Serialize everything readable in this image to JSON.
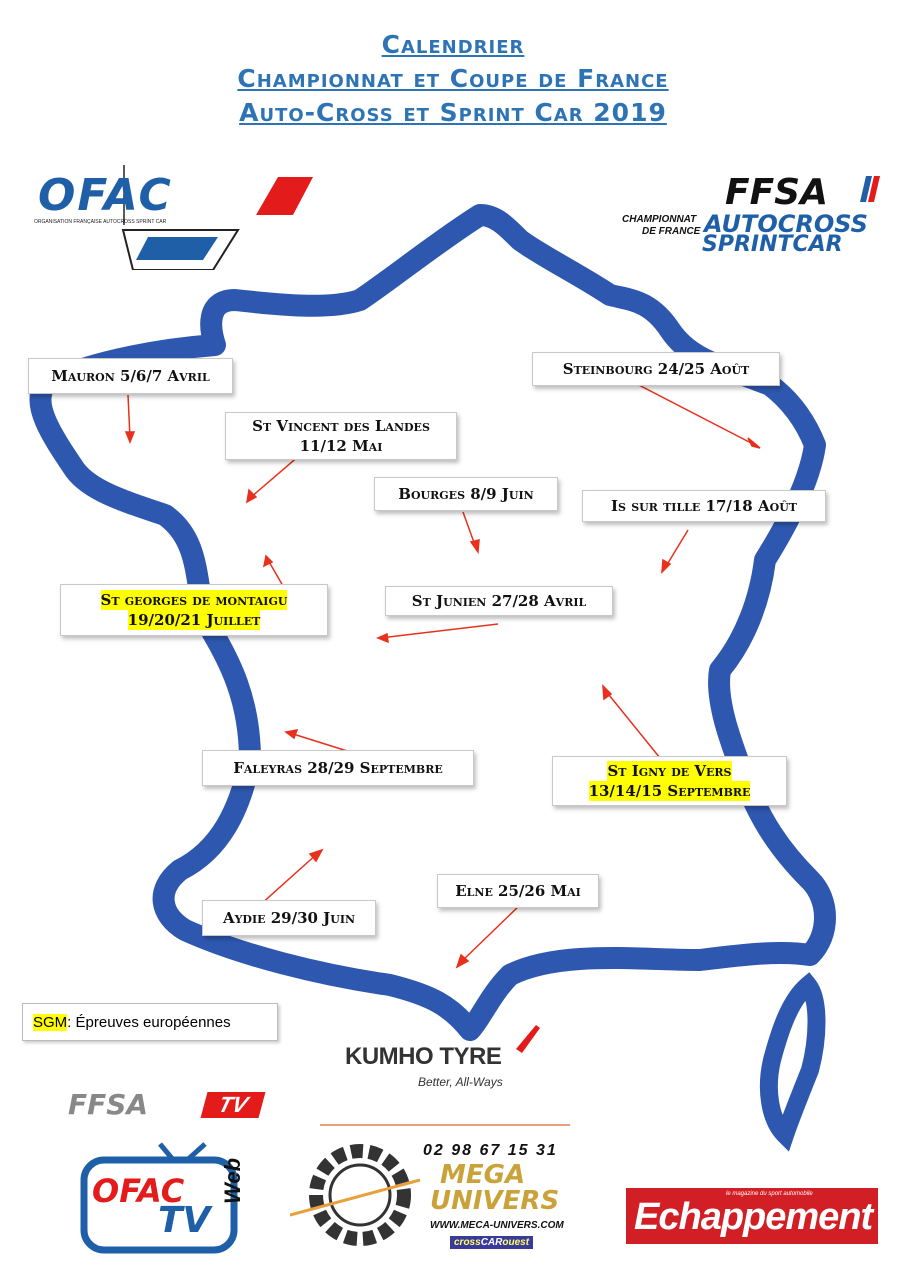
{
  "title": {
    "line1": "Calendrier",
    "line2": "Championnat et Coupe de France",
    "line3": "Auto-Cross et Sprint Car 2019"
  },
  "events": {
    "mauron": {
      "label": "Mauron 5/6/7 Avril"
    },
    "st_vincent": {
      "line1": "St Vincent des Landes",
      "line2": "11/12 Mai"
    },
    "bourges": {
      "label": "Bourges 8/9 Juin"
    },
    "steinbourg": {
      "label": "Steinbourg 24/25 Août"
    },
    "is_sur_tille": {
      "label": "Is sur tille 17/18 Août"
    },
    "st_georges": {
      "line1": "St georges de montaigu",
      "line2": "19/20/21 Juillet"
    },
    "st_junien": {
      "label": "St Junien 27/28 Avril"
    },
    "faleyras": {
      "label": "Faleyras 28/29 Septembre"
    },
    "st_igny": {
      "line1": "St Igny de Vers",
      "line2": "13/14/15 Septembre"
    },
    "elne": {
      "label": "Elne 25/26 Mai"
    },
    "aydie": {
      "label": "Aydie 29/30 Juin"
    }
  },
  "legend": {
    "code": "SGM",
    "text": " : Épreuves européennes"
  },
  "logos": {
    "ofac": {
      "word": "OFAC",
      "tagline": "ORGANISATION FRANÇAISE AUTOCROSS SPRINT CAR"
    },
    "ffsa": {
      "word": "FFSA",
      "line1": "CHAMPIONNAT",
      "line2": "DE FRANCE",
      "line3": "AUTOCROSS",
      "line4": "SPRINTCAR"
    },
    "kumho": {
      "name": "KUMHO TYRE",
      "tagline": "Better, All-Ways"
    },
    "ffsa_tv": {
      "word": "FFSA",
      "tv": "TV"
    },
    "ofac_tv": {
      "word": "OFAC",
      "tv": "TV",
      "web": "Web"
    },
    "mega": {
      "phone": "02 98 67 15 31",
      "line1": "MEGA",
      "line2": "UNIVERS",
      "url": "WWW.MECA-UNIVERS.COM",
      "sub1": "cross",
      "sub2": "CAR",
      "sub3": "ouest"
    },
    "echappement": {
      "tagline": "le magazine du sport automobile",
      "name": "Echappement"
    }
  },
  "colors": {
    "title": "#2e74b5",
    "map": "#2e58b0",
    "arrow": "#e8301c",
    "highlight": "#ffff00",
    "ffsa_blue": "#1f5fa8",
    "ofac_red": "#e41b1b",
    "echappement_red": "#d21f26"
  }
}
